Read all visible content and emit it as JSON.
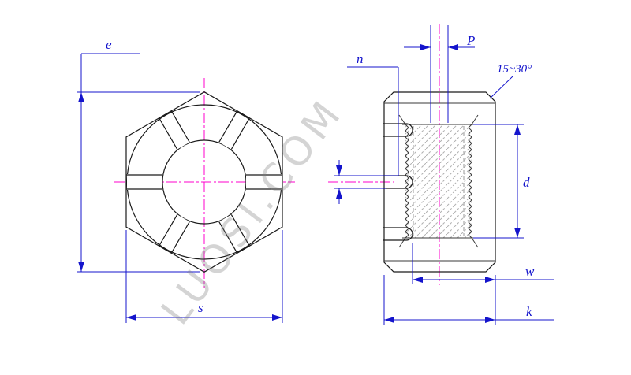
{
  "watermark": "LUOSI.COM",
  "colors": {
    "drawing_line": "#1a1a1a",
    "dimension": "#1414cc",
    "centerline": "#ff00cc",
    "thread_hatch": "#a8a8a8"
  },
  "dimensions": {
    "e": "e",
    "s": "s",
    "n": "n",
    "P": "P",
    "d": "d",
    "w": "w",
    "k": "k",
    "chamfer_angle": "15~30°"
  }
}
